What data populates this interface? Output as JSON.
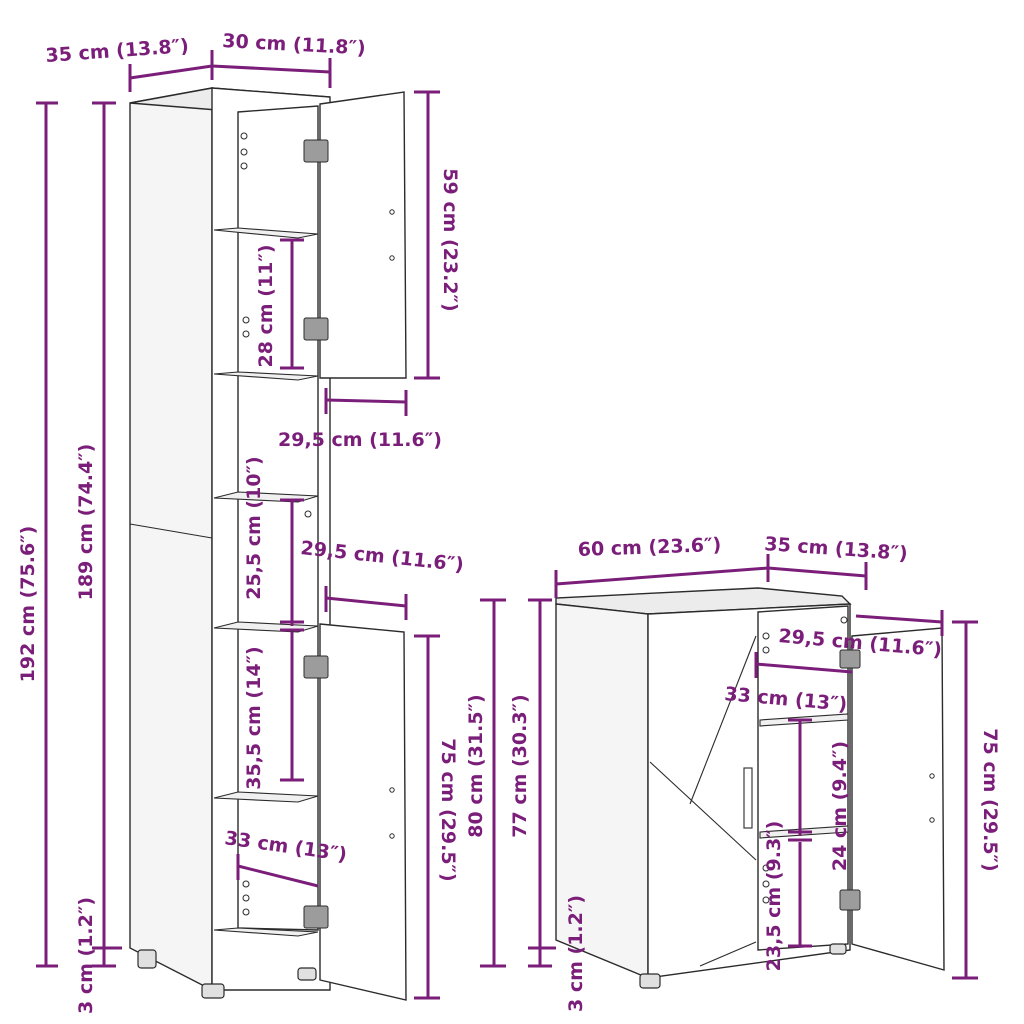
{
  "dimensions": {
    "tall_depth": "35 cm (13.8″)",
    "tall_width": "30 cm (11.8″)",
    "tall_total_height": "192 cm (75.6″)",
    "tall_body_height": "189 cm (74.4″)",
    "tall_upper_door": "59 cm (23.2″)",
    "tall_upper_compartment": "28 cm (11″)",
    "tall_upper_door_width": "29,5 cm (11.6″)",
    "tall_middle_compartment": "25,5 cm (10″)",
    "tall_lower_door_width": "29,5 cm (11.6″)",
    "tall_lower_compartment": "35,5 cm (14″)",
    "tall_lower_door_outer": "80 cm (31.5″)",
    "tall_lower_door": "75 cm (29.5″)",
    "tall_shelf_depth": "33 cm (13″)",
    "tall_leg": "3 cm (1.2″)",
    "small_width": "60 cm (23.6″)",
    "small_depth": "35 cm (13.8″)",
    "small_door_width": "29,5 cm (11.6″)",
    "small_shelf_depth": "33 cm (13″)",
    "small_total_height": "77 cm (30.3″)",
    "small_door_height": "75 cm (29.5″)",
    "small_upper_compartment": "24 cm (9.4″)",
    "small_lower_compartment": "23,5 cm (9.3″)",
    "small_leg": "3 cm (1.2″)"
  },
  "colors": {
    "dimension": "#7b1e7a",
    "outline": "#2b2b2b"
  }
}
